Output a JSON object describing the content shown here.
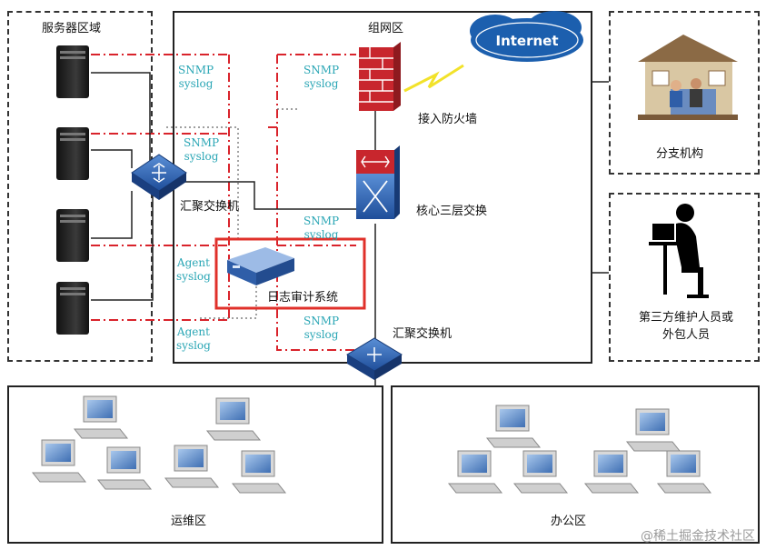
{
  "zones": {
    "server": "服务器区域",
    "network": "组网区",
    "branch": "分支机构",
    "third_party": "第三方维护人员或外包人员",
    "ops": "运维区",
    "office": "办公区"
  },
  "devices": {
    "firewall": "接入防火墙",
    "core_switch": "核心三层交换",
    "agg_switch_left": "汇聚交换机",
    "agg_switch_bottom": "汇聚交换机",
    "log_audit": "日志审计系统",
    "internet": "Internet"
  },
  "protocols": {
    "p1a": "SNMP",
    "p1b": "syslog",
    "p2a": "SNMP",
    "p2b": "syslog",
    "p3a": "SNMP",
    "p3b": "syslog",
    "p4a": "SNMP",
    "p4b": "syslog",
    "p5a": "Agent",
    "p5b": "syslog",
    "p6a": "Agent",
    "p6b": "syslog",
    "p7a": "SNMP",
    "p7b": "syslog"
  },
  "watermark": "@稀土掘金技术社区",
  "colors": {
    "link_red": "#d9232b",
    "link_grey": "#555555",
    "proto_text": "#2aa6b5",
    "highlight": "#e0302a"
  }
}
